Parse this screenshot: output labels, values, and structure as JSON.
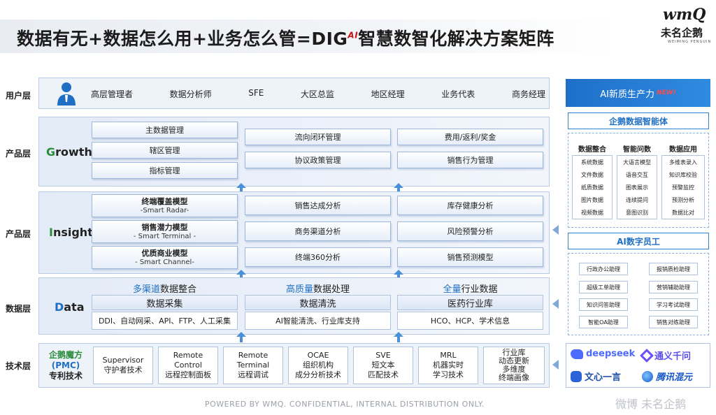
{
  "header": {
    "title_main": "数据有无+数据怎么用+业务怎么管=DIG",
    "title_sup": "AI",
    "title_tail": "智慧数智化解决方案矩阵",
    "logo_mark": "wmQ",
    "logo_name": "未名企鹅",
    "logo_en": "WEIMING PENGUIN"
  },
  "layers": {
    "user": "用户层",
    "product1": "产品层",
    "product2": "产品层",
    "data": "数据层",
    "tech": "技术层"
  },
  "user_layer": {
    "items": [
      "高层管理者",
      "数据分析师",
      "SFE",
      "大区总监",
      "地区经理",
      "业务代表",
      "商务经理"
    ]
  },
  "growth": {
    "label_g": "G",
    "label_rest": "rowth",
    "col1": [
      "主数据管理",
      "辖区管理",
      "指标管理"
    ],
    "col2": [
      "流向闭环管理",
      "协议政策管理"
    ],
    "col3": [
      "费用/返利/奖金",
      "销售行为管理"
    ]
  },
  "insight": {
    "label_i": "I",
    "label_rest": "nsight",
    "col1": [
      {
        "title": "终端覆盖模型",
        "sub": "-Smart Radar-"
      },
      {
        "title": "销售潜力模型",
        "sub": "- Smart Terminal -"
      },
      {
        "title": "优质商业模型",
        "sub": "- Smart Channel-"
      }
    ],
    "col2": [
      "销售达成分析",
      "商务渠道分析",
      "终端360分析"
    ],
    "col3": [
      "库存健康分析",
      "风险预警分析",
      "销售预测模型"
    ]
  },
  "data_layer": {
    "label_d": "D",
    "label_rest": "ata",
    "sections": [
      {
        "hl": "多渠道",
        "rest": "数据整合",
        "head": "数据采集",
        "body": "DDI、自动网采、API、FTP、人工采集"
      },
      {
        "hl": "高质量",
        "rest": "数据处理",
        "head": "数据清洗",
        "body": "AI智能清洗、行业库支持"
      },
      {
        "hl": "全量",
        "rest": "行业数据",
        "head": "医药行业库",
        "body": "HCO、HCP、学术信息"
      }
    ]
  },
  "tech_layer": {
    "pmc_line1": "企鹅魔方",
    "pmc_line2": "(PMC)",
    "pmc_line3": "专利技术",
    "cells": [
      [
        "Supervisor",
        "守护者技术"
      ],
      [
        "Remote",
        "Control",
        "远程控制面板"
      ],
      [
        "Remote",
        "Terminal",
        "远程调试"
      ],
      [
        "OCAE",
        "组织机构",
        "成分分析技术"
      ],
      [
        "SVE",
        "短文本",
        "匹配技术"
      ],
      [
        "MRL",
        "机器实时",
        "学习技术"
      ],
      [
        "行业库",
        "动态更新",
        "多维度",
        "终端画像"
      ]
    ]
  },
  "right_panel": {
    "head": "AI新质生产力",
    "new_badge": "NEW!",
    "agent_title": "企鹅数据智能体",
    "cols": [
      {
        "title": "数据整合",
        "items": [
          "系统数据",
          "文件数据",
          "纸质数据",
          "图片数据",
          "视频数据"
        ]
      },
      {
        "title": "智能问数",
        "items": [
          "大语言模型",
          "语音交互",
          "图表展示",
          "连续提问",
          "意图识别"
        ]
      },
      {
        "title": "数据应用",
        "items": [
          "多维表录入",
          "知识库校验",
          "预警监控",
          "预测分析",
          "数据比对"
        ]
      }
    ],
    "staff_title": "AI数字员工",
    "staff": [
      [
        "行政办公助理",
        "报销质检助理"
      ],
      [
        "超级工单助理",
        "营销辅助助理"
      ],
      [
        "知识问答助理",
        "学习考试助理"
      ],
      [
        "智能OA助理",
        "销售对练助理"
      ]
    ],
    "llms": [
      "deepseek",
      "通义千问",
      "文心一言",
      "腾讯混元"
    ]
  },
  "footer": "POWERED BY WMQ. CONFIDENTIAL, INTERNAL DISTRIBUTION ONLY.",
  "watermark": "微博 未名企鹅"
}
